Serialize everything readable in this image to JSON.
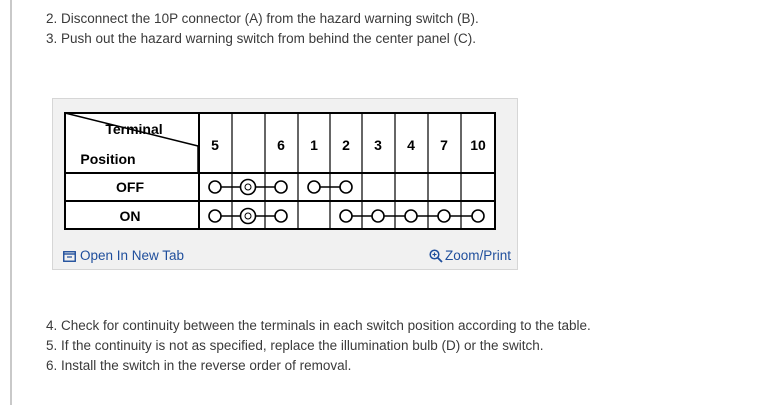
{
  "instructions_top": [
    "2. Disconnect the 10P connector (A) from the hazard warning switch (B).",
    "3. Push out the hazard warning switch from behind the center panel (C)."
  ],
  "instructions_bottom": [
    "4. Check for continuity between the terminals in each switch position according to the table.",
    "5. If the continuity is not as specified, replace the illumination bulb (D) or the switch.",
    "6. Install the switch in the reverse order of removal."
  ],
  "table": {
    "header_terminal": "Terminal",
    "header_position": "Position",
    "terminals": [
      "5",
      "",
      "6",
      "1",
      "2",
      "3",
      "4",
      "7",
      "10"
    ],
    "rows": [
      {
        "position": "OFF",
        "links": "5-bulb-6, 1-2"
      },
      {
        "position": "ON",
        "links": "5-bulb-6, 2-3-4-7-10"
      }
    ]
  },
  "footer": {
    "open_label": "Open In New Tab",
    "zoom_label": "Zoom/Print",
    "open_icon": "open-new-tab-icon",
    "zoom_icon": "magnifier-icon",
    "link_color": "#1f4e9c"
  }
}
